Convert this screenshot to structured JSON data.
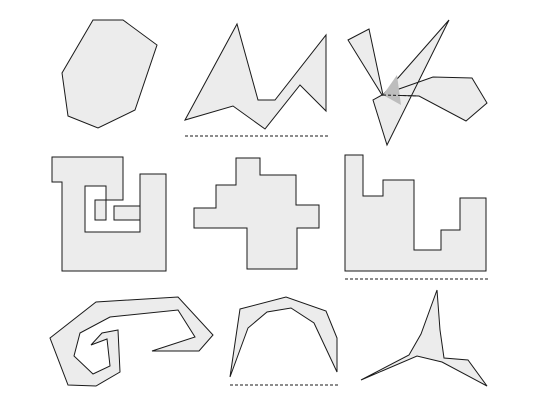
{
  "figure": {
    "panel_count": 9,
    "panels": [
      {
        "row": 1,
        "col": 1,
        "kind": "convex polygon",
        "dashed_baseline": false
      },
      {
        "row": 1,
        "col": 2,
        "kind": "zigzag polygon",
        "dashed_baseline": true
      },
      {
        "row": 1,
        "col": 3,
        "kind": "self-overlapping polygon",
        "dashed_baseline": false,
        "shaded_overlap": true,
        "dashed_edge": true
      },
      {
        "row": 2,
        "col": 1,
        "kind": "spiral orthogonal polygon",
        "dashed_baseline": false
      },
      {
        "row": 2,
        "col": 2,
        "kind": "cross-shaped orthogonal polygon",
        "dashed_baseline": false
      },
      {
        "row": 2,
        "col": 3,
        "kind": "comb-shaped orthogonal polygon",
        "dashed_baseline": true
      },
      {
        "row": 3,
        "col": 1,
        "kind": "curled polygon",
        "dashed_baseline": false
      },
      {
        "row": 3,
        "col": 2,
        "kind": "arch polygon",
        "dashed_baseline": true
      },
      {
        "row": 3,
        "col": 3,
        "kind": "star-like polygon",
        "dashed_baseline": false
      }
    ],
    "colors": {
      "fill": "#ececec",
      "stroke": "#1a1a1a",
      "overlap": "#bdbdbd",
      "background": "#ffffff"
    }
  }
}
